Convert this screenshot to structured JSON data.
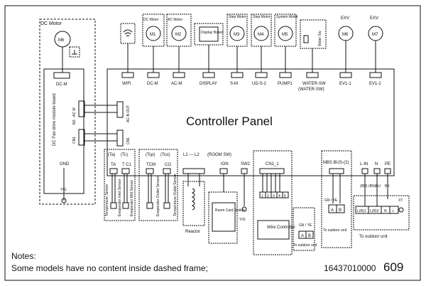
{
  "panel_title": "Controller Panel",
  "notes_label": "Notes:",
  "notes_text": "Some models have no content inside dashed frame;",
  "doc_code_prefix": "16437010000",
  "doc_code_suffix": "609",
  "top_components": [
    {
      "label": "DC Motor",
      "symbol": "M6"
    },
    {
      "label": "",
      "symbol": "wifi"
    },
    {
      "label": "DC Motor",
      "symbol": "M1"
    },
    {
      "label": "AC Motor",
      "symbol": "M2"
    },
    {
      "label": "Display Board",
      "symbol": ""
    },
    {
      "label": "Step Motor",
      "symbol": "M3"
    },
    {
      "label": "Step Motor",
      "symbol": "M4"
    },
    {
      "label": "System Motor",
      "symbol": "M5"
    },
    {
      "label": "Water Sw.",
      "symbol": ""
    },
    {
      "label": "EXV",
      "symbol": "M6"
    },
    {
      "label": "EXV",
      "symbol": "M7"
    }
  ],
  "top_connectors": [
    "DC-M",
    "WIFI",
    "DC-M",
    "AC-M",
    "DISPLAY",
    "S-M",
    "UD-S-2",
    "PUMP1",
    "WATER-SW",
    "EV1-1",
    "EV1-2"
  ],
  "water_sw_sub": "(WATER-SW)",
  "drive_board_label": "DC Fan drive module board",
  "drive_ports": [
    "N2-  -AC M",
    "CN1"
  ],
  "panel_ports": [
    "AC-N OUT",
    "CN1"
  ],
  "gnd_label": "GND",
  "yg_label": "Y/G",
  "sensor_header_left": [
    "(Ta)",
    "(Tc)"
  ],
  "sensor_tags_left": [
    "TA",
    "T C1"
  ],
  "sensor_header_right": [
    "(Tcp)",
    "(Tco)"
  ],
  "sensor_tags_right": [
    "TCM",
    "CO"
  ],
  "sensors": [
    "Temperature Sensor",
    "Evaporator Inlet Sensor",
    "Evaporator Mid Sensor",
    "Evaporator Outlet Sensor",
    "Temperature Outlet Sensor"
  ],
  "reactor_header": "L1 — L2",
  "reactor_label": "Reactor",
  "room_sw_label": "(ROOM SW)",
  "ion_tag": "ION",
  "sw2_tag": "SW2",
  "room_card_label": "Room Card Switch",
  "yg2_label": "Y/G",
  "wired_port": "CN1_1",
  "wire_controller_label": "Wire Controller",
  "wired_pins": [
    "1",
    "2",
    "3",
    "4",
    "5"
  ],
  "modbus_label": "MBS BUS-(2)",
  "modbus_pins": [
    "A",
    "B"
  ],
  "gn_ye_a": "GN /  YE",
  "gn_ye_b": "GN / YE",
  "to_outdoor_1": "To outdoor unit",
  "to_outdoor_2": "To outdoor unit",
  "to_outdoor_3": "To outdoor unit",
  "power_ports": [
    "L-IN",
    "N",
    "PE"
  ],
  "power_port_sub": [
    "(RD) (BN)",
    "BU",
    "BK"
  ],
  "terminal_labels": [
    "L(R)1",
    "L(R)2",
    "N",
    "⏚"
  ],
  "terminal_sub": [
    "XT"
  ]
}
